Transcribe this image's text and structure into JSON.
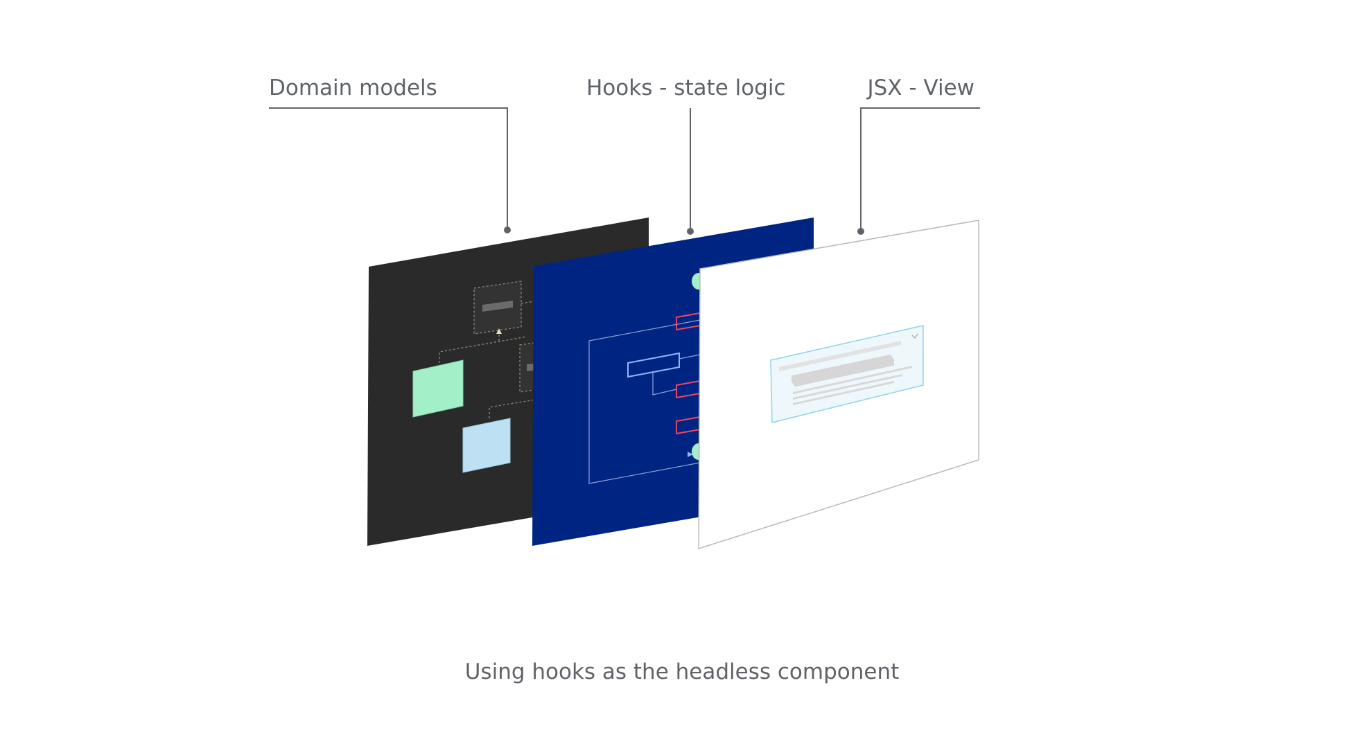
{
  "layers": [
    {
      "label": "Domain models",
      "fill": "#2a2a2a"
    },
    {
      "label": "Hooks - state logic",
      "fill": "#002482"
    },
    {
      "label": "JSX - View",
      "fill": "#ffffff"
    }
  ],
  "caption": "Using hooks as the headless component",
  "colors": {
    "leader_line": "#5f6368",
    "model_green": "#a3f0c8",
    "model_blue": "#bde0f3",
    "hook_outline_pink": "#e8456b",
    "hook_outline_light": "#8fb6ff",
    "view_border": "#b8b8b8",
    "view_card_border": "#8fd3ea"
  }
}
